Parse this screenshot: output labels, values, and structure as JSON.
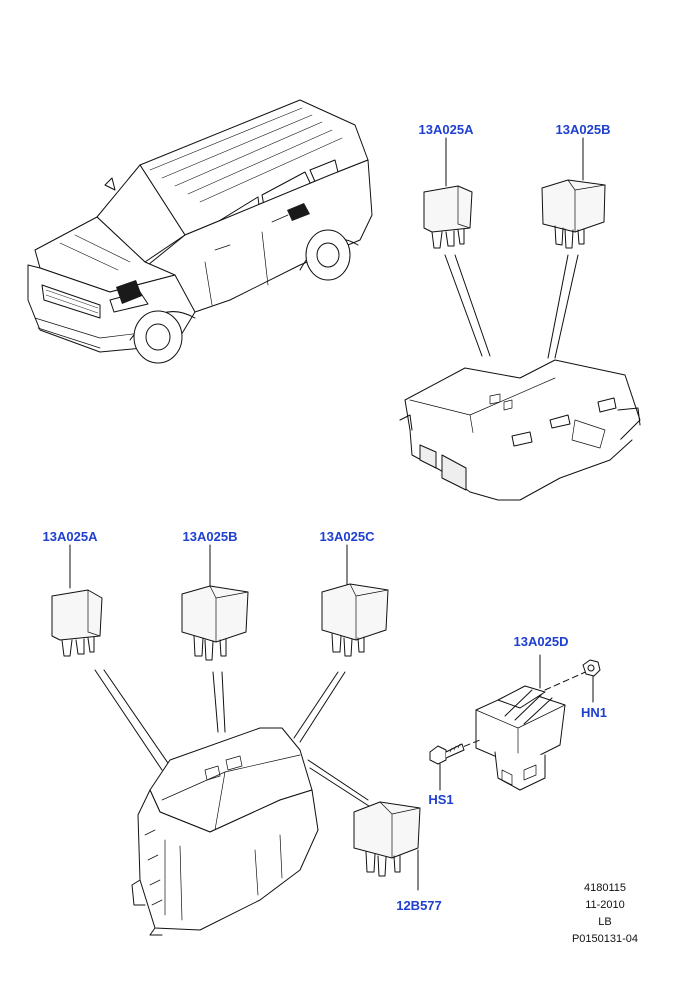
{
  "colors": {
    "callout_text": "#1e3fd0",
    "line": "#111111",
    "part_fill": "#f7f7f7",
    "part_shade": "#d9d9d9",
    "highlight": "#1a1a1a"
  },
  "callouts": {
    "top_relay_a": "13A025A",
    "top_relay_b": "13A025B",
    "bottom_relay_a": "13A025A",
    "bottom_relay_b": "13A025B",
    "bottom_relay_c": "13A025C",
    "module_d": "13A025D",
    "nut_hn1": "HN1",
    "bolt_hs1": "HS1",
    "relay_12b577": "12B577"
  },
  "footer": {
    "code": "4180115",
    "date": "11-2010",
    "market": "LB",
    "reference": "P0150131-04"
  },
  "icons": [
    "vehicle-illustration",
    "relay-icon",
    "fuse-box-illustration",
    "control-module-icon",
    "nut-icon",
    "bolt-icon"
  ]
}
